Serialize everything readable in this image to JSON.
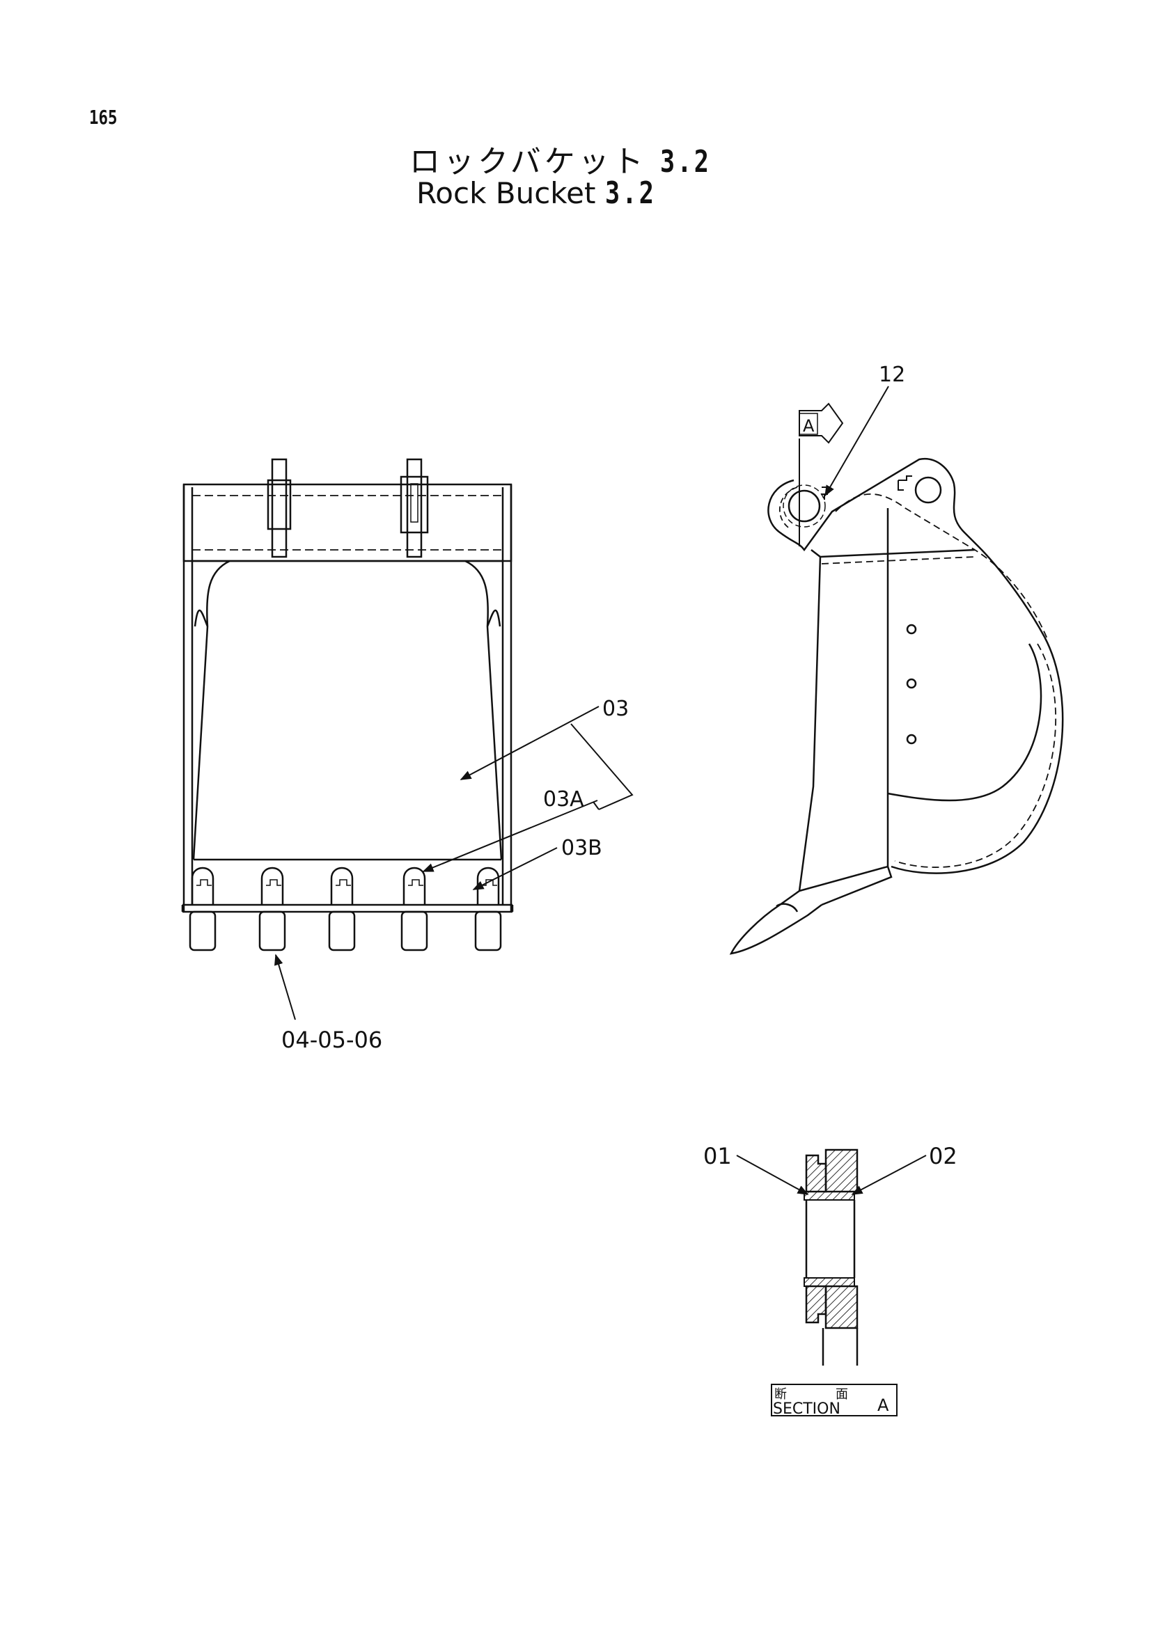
{
  "page_number": "165",
  "title": {
    "japanese": "ロックバケット",
    "english": "Rock Bucket",
    "capacity_jp": "3.2",
    "capacity_en": "3.2"
  },
  "callouts": {
    "c03": "03",
    "c03a": "03A",
    "c03b": "03B",
    "c040506": "04-05-06",
    "c12": "12",
    "c01": "01",
    "c02": "02",
    "view_marker": "A"
  },
  "section_label": {
    "jp_left": "断",
    "jp_right": "面",
    "en": "SECTION",
    "letter": "A"
  },
  "colors": {
    "line": "#111111",
    "hatch": "#333333",
    "background": "#ffffff"
  }
}
